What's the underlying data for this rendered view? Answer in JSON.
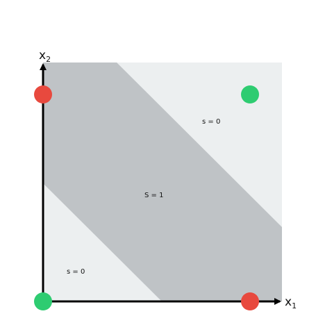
{
  "colors": {
    "background": "#ffffff",
    "light_region": "#eceff0",
    "band_region": "#bfc3c6",
    "axis": "#000000",
    "point_red": "#e8493e",
    "point_green": "#2ecc71"
  },
  "axes": {
    "x": {
      "base": "x",
      "subscript": "1"
    },
    "y": {
      "base": "x",
      "subscript": "2"
    }
  },
  "regions": {
    "band_label": "S = 1",
    "upper_label": "s = 0",
    "lower_label": "s = 0"
  },
  "points": [
    {
      "x1": 0,
      "x2": 0,
      "color": "green"
    },
    {
      "x1": 1,
      "x2": 1,
      "color": "green"
    },
    {
      "x1": 0,
      "x2": 1,
      "color": "red"
    },
    {
      "x1": 1,
      "x2": 0,
      "color": "red"
    }
  ]
}
